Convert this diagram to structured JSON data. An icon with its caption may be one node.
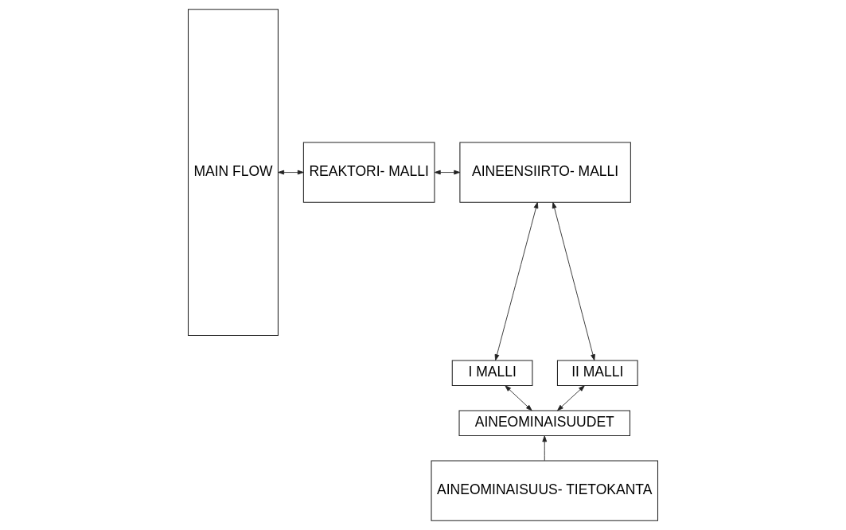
{
  "diagram": {
    "nodes": [
      {
        "text": [
          "MAIN FLOW"
        ]
      },
      {
        "text": [
          "REAKTORI- MALLI"
        ]
      },
      {
        "text": [
          "AINEENSIIRTO- MALLI"
        ]
      },
      {
        "text": [
          "I MALLI"
        ]
      },
      {
        "text": [
          "II MALLI"
        ]
      },
      {
        "text": [
          "AINEOMINAISUUDET"
        ]
      },
      {
        "text": [
          "AINEOMINAISUUS- TIETOKANTA"
        ]
      }
    ],
    "edges": [
      {
        "from": 0,
        "to": 1,
        "arrow": "both"
      },
      {
        "from": 1,
        "to": 2,
        "arrow": "both"
      },
      {
        "from": 2,
        "to": 3,
        "arrow": "both"
      },
      {
        "from": 2,
        "to": 4,
        "arrow": "both"
      },
      {
        "from": 3,
        "to": 5,
        "arrow": "both"
      },
      {
        "from": 4,
        "to": 5,
        "arrow": "both"
      },
      {
        "from": 6,
        "to": 5,
        "arrow": "to"
      }
    ]
  }
}
